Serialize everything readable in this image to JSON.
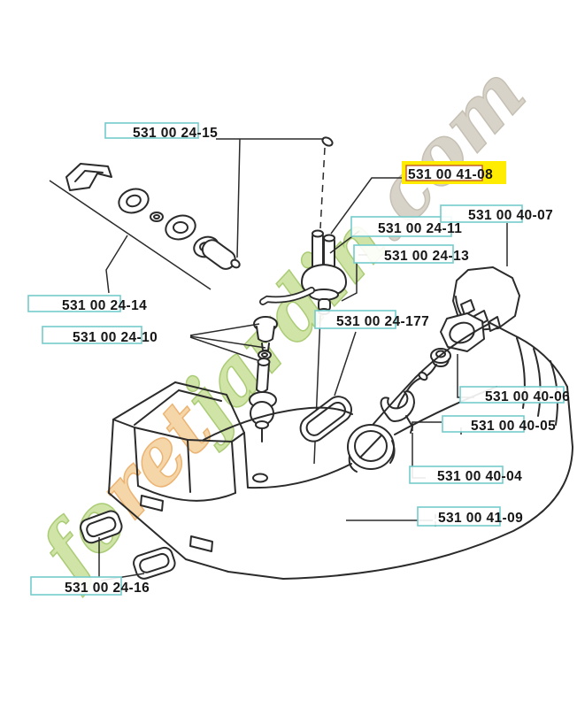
{
  "diagram": {
    "type": "exploded-parts-diagram",
    "subject": "fuel-tank-assembly",
    "highlight_color": "#ffec00",
    "highlight_inner_border": "#bf5b28",
    "label_box_color": "#74cbcb",
    "line_color": "#2b2b2b",
    "labels": [
      {
        "id": "24-15",
        "text": "531 00 24-15",
        "highlighted": false
      },
      {
        "id": "41-08",
        "text": "531 00 41-08",
        "highlighted": true
      },
      {
        "id": "24-11",
        "text": "531 00 24-11",
        "highlighted": false
      },
      {
        "id": "40-07",
        "text": "531 00 40-07",
        "highlighted": false
      },
      {
        "id": "24-13",
        "text": "531 00 24-13",
        "highlighted": false
      },
      {
        "id": "24-14",
        "text": "531 00 24-14",
        "highlighted": false
      },
      {
        "id": "24-10",
        "text": "531 00 24-10",
        "highlighted": false
      },
      {
        "id": "24-177",
        "text": "531 00 24-177",
        "highlighted": false
      },
      {
        "id": "40-06",
        "text": "531 00 40-06",
        "highlighted": false
      },
      {
        "id": "40-05",
        "text": "531 00 40-05",
        "highlighted": false
      },
      {
        "id": "40-04",
        "text": "531 00 40-04",
        "highlighted": false
      },
      {
        "id": "41-09",
        "text": "531 00 41-09",
        "highlighted": false
      },
      {
        "id": "24-16",
        "text": "531 00 24-16",
        "highlighted": false
      }
    ]
  },
  "watermark": {
    "text": "foretjardin.com",
    "segments": [
      {
        "text": "fo",
        "color": "#c9e09a",
        "stroke": "#9cc45e"
      },
      {
        "text": "ret",
        "color": "#f4cf9b",
        "stroke": "#e9a75b"
      },
      {
        "text": "jardin",
        "color": "#c9e09a",
        "stroke": "#9cc45e"
      },
      {
        "text": ".com",
        "color": "#d2ccc0",
        "stroke": "#bdb5a6"
      }
    ]
  }
}
